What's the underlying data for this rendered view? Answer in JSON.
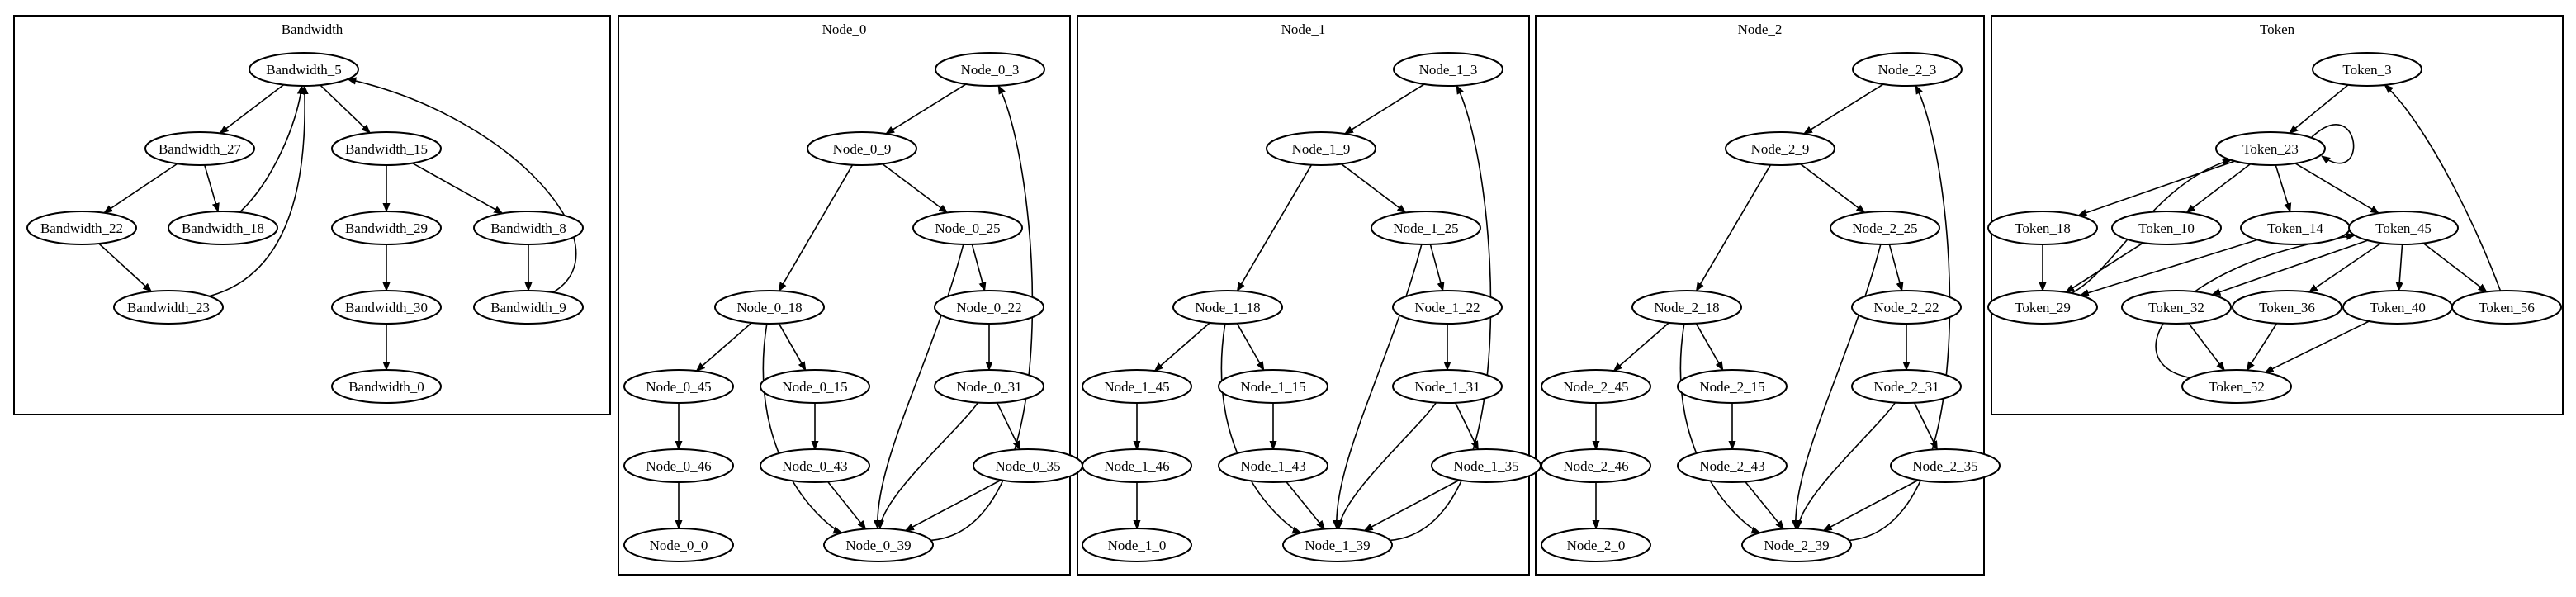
{
  "clusters": [
    {
      "title": "Bandwidth",
      "nodes": [
        "Bandwidth_5",
        "Bandwidth_27",
        "Bandwidth_15",
        "Bandwidth_22",
        "Bandwidth_18",
        "Bandwidth_29",
        "Bandwidth_8",
        "Bandwidth_23",
        "Bandwidth_30",
        "Bandwidth_9",
        "Bandwidth_0"
      ],
      "edges": [
        [
          "Bandwidth_5",
          "Bandwidth_27"
        ],
        [
          "Bandwidth_5",
          "Bandwidth_15"
        ],
        [
          "Bandwidth_27",
          "Bandwidth_22"
        ],
        [
          "Bandwidth_27",
          "Bandwidth_18"
        ],
        [
          "Bandwidth_18",
          "Bandwidth_5"
        ],
        [
          "Bandwidth_22",
          "Bandwidth_23"
        ],
        [
          "Bandwidth_23",
          "Bandwidth_5"
        ],
        [
          "Bandwidth_15",
          "Bandwidth_29"
        ],
        [
          "Bandwidth_15",
          "Bandwidth_8"
        ],
        [
          "Bandwidth_29",
          "Bandwidth_30"
        ],
        [
          "Bandwidth_30",
          "Bandwidth_0"
        ],
        [
          "Bandwidth_8",
          "Bandwidth_9"
        ],
        [
          "Bandwidth_9",
          "Bandwidth_5"
        ]
      ]
    },
    {
      "title": "Node_0",
      "nodes": [
        "Node_0_3",
        "Node_0_9",
        "Node_0_25",
        "Node_0_18",
        "Node_0_22",
        "Node_0_45",
        "Node_0_15",
        "Node_0_31",
        "Node_0_46",
        "Node_0_43",
        "Node_0_35",
        "Node_0_0",
        "Node_0_39"
      ],
      "edges": [
        [
          "Node_0_3",
          "Node_0_9"
        ],
        [
          "Node_0_9",
          "Node_0_18"
        ],
        [
          "Node_0_9",
          "Node_0_25"
        ],
        [
          "Node_0_25",
          "Node_0_22"
        ],
        [
          "Node_0_25",
          "Node_0_39"
        ],
        [
          "Node_0_22",
          "Node_0_31"
        ],
        [
          "Node_0_31",
          "Node_0_35"
        ],
        [
          "Node_0_31",
          "Node_0_39"
        ],
        [
          "Node_0_35",
          "Node_0_39"
        ],
        [
          "Node_0_18",
          "Node_0_45"
        ],
        [
          "Node_0_18",
          "Node_0_15"
        ],
        [
          "Node_0_18",
          "Node_0_39"
        ],
        [
          "Node_0_45",
          "Node_0_46"
        ],
        [
          "Node_0_46",
          "Node_0_0"
        ],
        [
          "Node_0_15",
          "Node_0_43"
        ],
        [
          "Node_0_43",
          "Node_0_39"
        ],
        [
          "Node_0_39",
          "Node_0_3"
        ]
      ]
    },
    {
      "title": "Node_1",
      "nodes": [
        "Node_1_3",
        "Node_1_9",
        "Node_1_25",
        "Node_1_18",
        "Node_1_22",
        "Node_1_45",
        "Node_1_15",
        "Node_1_31",
        "Node_1_46",
        "Node_1_43",
        "Node_1_35",
        "Node_1_0",
        "Node_1_39"
      ],
      "edges": [
        [
          "Node_1_3",
          "Node_1_9"
        ],
        [
          "Node_1_9",
          "Node_1_18"
        ],
        [
          "Node_1_9",
          "Node_1_25"
        ],
        [
          "Node_1_25",
          "Node_1_22"
        ],
        [
          "Node_1_25",
          "Node_1_39"
        ],
        [
          "Node_1_22",
          "Node_1_31"
        ],
        [
          "Node_1_31",
          "Node_1_35"
        ],
        [
          "Node_1_31",
          "Node_1_39"
        ],
        [
          "Node_1_35",
          "Node_1_39"
        ],
        [
          "Node_1_18",
          "Node_1_45"
        ],
        [
          "Node_1_18",
          "Node_1_15"
        ],
        [
          "Node_1_18",
          "Node_1_39"
        ],
        [
          "Node_1_45",
          "Node_1_46"
        ],
        [
          "Node_1_46",
          "Node_1_0"
        ],
        [
          "Node_1_15",
          "Node_1_43"
        ],
        [
          "Node_1_43",
          "Node_1_39"
        ],
        [
          "Node_1_39",
          "Node_1_3"
        ]
      ]
    },
    {
      "title": "Node_2",
      "nodes": [
        "Node_2_3",
        "Node_2_9",
        "Node_2_25",
        "Node_2_18",
        "Node_2_22",
        "Node_2_45",
        "Node_2_15",
        "Node_2_31",
        "Node_2_46",
        "Node_2_43",
        "Node_2_35",
        "Node_2_0",
        "Node_2_39"
      ],
      "edges": [
        [
          "Node_2_3",
          "Node_2_9"
        ],
        [
          "Node_2_9",
          "Node_2_18"
        ],
        [
          "Node_2_9",
          "Node_2_25"
        ],
        [
          "Node_2_25",
          "Node_2_22"
        ],
        [
          "Node_2_25",
          "Node_2_39"
        ],
        [
          "Node_2_22",
          "Node_2_31"
        ],
        [
          "Node_2_31",
          "Node_2_35"
        ],
        [
          "Node_2_31",
          "Node_2_39"
        ],
        [
          "Node_2_35",
          "Node_2_39"
        ],
        [
          "Node_2_18",
          "Node_2_45"
        ],
        [
          "Node_2_18",
          "Node_2_15"
        ],
        [
          "Node_2_18",
          "Node_2_39"
        ],
        [
          "Node_2_45",
          "Node_2_46"
        ],
        [
          "Node_2_46",
          "Node_2_0"
        ],
        [
          "Node_2_15",
          "Node_2_43"
        ],
        [
          "Node_2_43",
          "Node_2_39"
        ],
        [
          "Node_2_39",
          "Node_2_3"
        ]
      ]
    },
    {
      "title": "Token",
      "nodes": [
        "Token_3",
        "Token_23",
        "Token_18",
        "Token_10",
        "Token_14",
        "Token_45",
        "Token_29",
        "Token_32",
        "Token_36",
        "Token_40",
        "Token_56",
        "Token_52"
      ],
      "edges": [
        [
          "Token_3",
          "Token_23"
        ],
        [
          "Token_23",
          "Token_23"
        ],
        [
          "Token_23",
          "Token_18"
        ],
        [
          "Token_23",
          "Token_10"
        ],
        [
          "Token_23",
          "Token_14"
        ],
        [
          "Token_23",
          "Token_45"
        ],
        [
          "Token_18",
          "Token_29"
        ],
        [
          "Token_10",
          "Token_29"
        ],
        [
          "Token_14",
          "Token_29"
        ],
        [
          "Token_29",
          "Token_23"
        ],
        [
          "Token_45",
          "Token_32"
        ],
        [
          "Token_45",
          "Token_36"
        ],
        [
          "Token_45",
          "Token_40"
        ],
        [
          "Token_45",
          "Token_56"
        ],
        [
          "Token_32",
          "Token_52"
        ],
        [
          "Token_36",
          "Token_52"
        ],
        [
          "Token_40",
          "Token_52"
        ],
        [
          "Token_52",
          "Token_45"
        ],
        [
          "Token_56",
          "Token_3"
        ]
      ]
    }
  ]
}
